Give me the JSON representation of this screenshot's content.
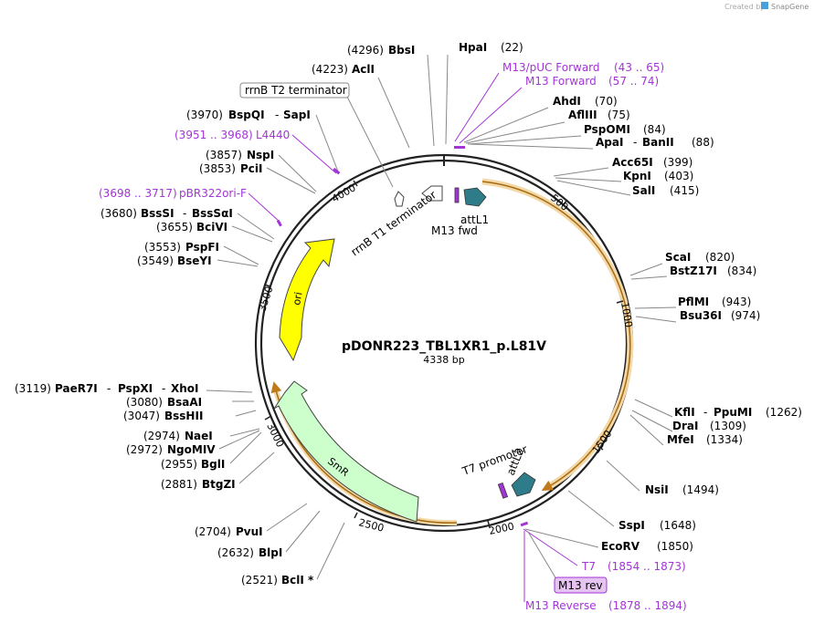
{
  "credit": {
    "prefix": "Created by",
    "brand": "SnapGene"
  },
  "plasmid": {
    "name": "pDONR223_TBL1XR1_p.L81V",
    "size": "4338 bp"
  },
  "ticks": [
    "500",
    "1000",
    "1500",
    "2000",
    "2500",
    "3000",
    "3500",
    "4000"
  ],
  "features": {
    "rrnb_t2": "rrnB T2 terminator",
    "rrnb_t1": "rrnB T1 terminator",
    "attl1": "attL1",
    "m13fwd": "M13 fwd",
    "t7prom": "T7 promoter",
    "attl2": "attL2",
    "ori": "ori",
    "smr": "SmR"
  },
  "sites": {
    "hpai": {
      "name": "HpaI",
      "pos": "(22)"
    },
    "bbsi": {
      "name": "BbsI",
      "pos": "(4296)"
    },
    "acli": {
      "name": "AclI",
      "pos": "(4223)"
    },
    "m13puc": {
      "name": "M13/pUC Forward",
      "pos": "(43 .. 65)"
    },
    "m13fwd": {
      "name": "M13 Forward",
      "pos": "(57 .. 74)"
    },
    "ahdi": {
      "name": "AhdI",
      "pos": "(70)"
    },
    "afliii": {
      "name": "AflIII",
      "pos": "(75)"
    },
    "pspomi": {
      "name": "PspOMI",
      "pos": "(84)"
    },
    "apai": {
      "name": "ApaI",
      "sep": "-",
      "name2": "BanII",
      "pos": "(88)"
    },
    "acc65i": {
      "name": "Acc65I",
      "pos": "(399)"
    },
    "kpni": {
      "name": "KpnI",
      "pos": "(403)"
    },
    "sali": {
      "name": "SalI",
      "pos": "(415)"
    },
    "scai": {
      "name": "ScaI",
      "pos": "(820)"
    },
    "bstz17i": {
      "name": "BstZ17I",
      "pos": "(834)"
    },
    "pflmi": {
      "name": "PflMI",
      "pos": "(943)"
    },
    "bsu36i": {
      "name": "Bsu36I",
      "pos": "(974)"
    },
    "kfli": {
      "name": "KflI",
      "sep": "-",
      "name2": "PpuMI",
      "pos": "(1262)"
    },
    "drai": {
      "name": "DraI",
      "pos": "(1309)"
    },
    "mfei": {
      "name": "MfeI",
      "pos": "(1334)"
    },
    "nsii": {
      "name": "NsiI",
      "pos": "(1494)"
    },
    "sspi": {
      "name": "SspI",
      "pos": "(1648)"
    },
    "ecorv": {
      "name": "EcoRV",
      "pos": "(1850)"
    },
    "t7": {
      "name": "T7",
      "pos": "(1854 .. 1873)"
    },
    "m13rev": {
      "name": "M13 rev"
    },
    "m13reverse": {
      "name": "M13 Reverse",
      "pos": "(1878 .. 1894)"
    },
    "bcli": {
      "name": "BclI *",
      "pos": "(2521)"
    },
    "blpi": {
      "name": "BlpI",
      "pos": "(2632)"
    },
    "pvui": {
      "name": "PvuI",
      "pos": "(2704)"
    },
    "btgzi": {
      "name": "BtgZI",
      "pos": "(2881)"
    },
    "bgli": {
      "name": "BglI",
      "pos": "(2955)"
    },
    "ngomiv": {
      "name": "NgoMIV",
      "pos": "(2972)"
    },
    "naei": {
      "name": "NaeI",
      "pos": "(2974)"
    },
    "psshii": {
      "name": "BssHII",
      "pos": "(3047)"
    },
    "bsaai": {
      "name": "BsaAI",
      "pos": "(3080)"
    },
    "paer7i": {
      "name": "PaeR7I",
      "sep": "-",
      "name2": "PspXI",
      "sep2": "-",
      "name3": "XhoI",
      "pos": "(3119)"
    },
    "bseyi": {
      "name": "BseYI",
      "pos": "(3549)"
    },
    "pspfi": {
      "name": "PspFI",
      "pos": "(3553)"
    },
    "bcivi": {
      "name": "BciVI",
      "pos": "(3655)"
    },
    "bsssi": {
      "name": "BssSI",
      "sep": "-",
      "name2": "BssSαI",
      "pos": "(3680)"
    },
    "pbr322": {
      "name": "pBR322ori-F",
      "pos": "(3698 .. 3717)"
    },
    "pcii": {
      "name": "PciI",
      "pos": "(3853)"
    },
    "nspi": {
      "name": "NspI",
      "pos": "(3857)"
    },
    "l4440": {
      "name": "L4440",
      "pos": "(3951 .. 3968)"
    },
    "bspqi": {
      "name": "BspQI",
      "sep": "-",
      "name2": "SapI",
      "pos": "(3970)"
    }
  },
  "colors": {
    "ring": "#222222",
    "orf_fill": "#f6e6c8",
    "orf_edge": "#c07a1a",
    "ori": "#ffff00",
    "smr": "#ccffcc",
    "att": "#2e7b8a",
    "primer": "#a335d6"
  }
}
